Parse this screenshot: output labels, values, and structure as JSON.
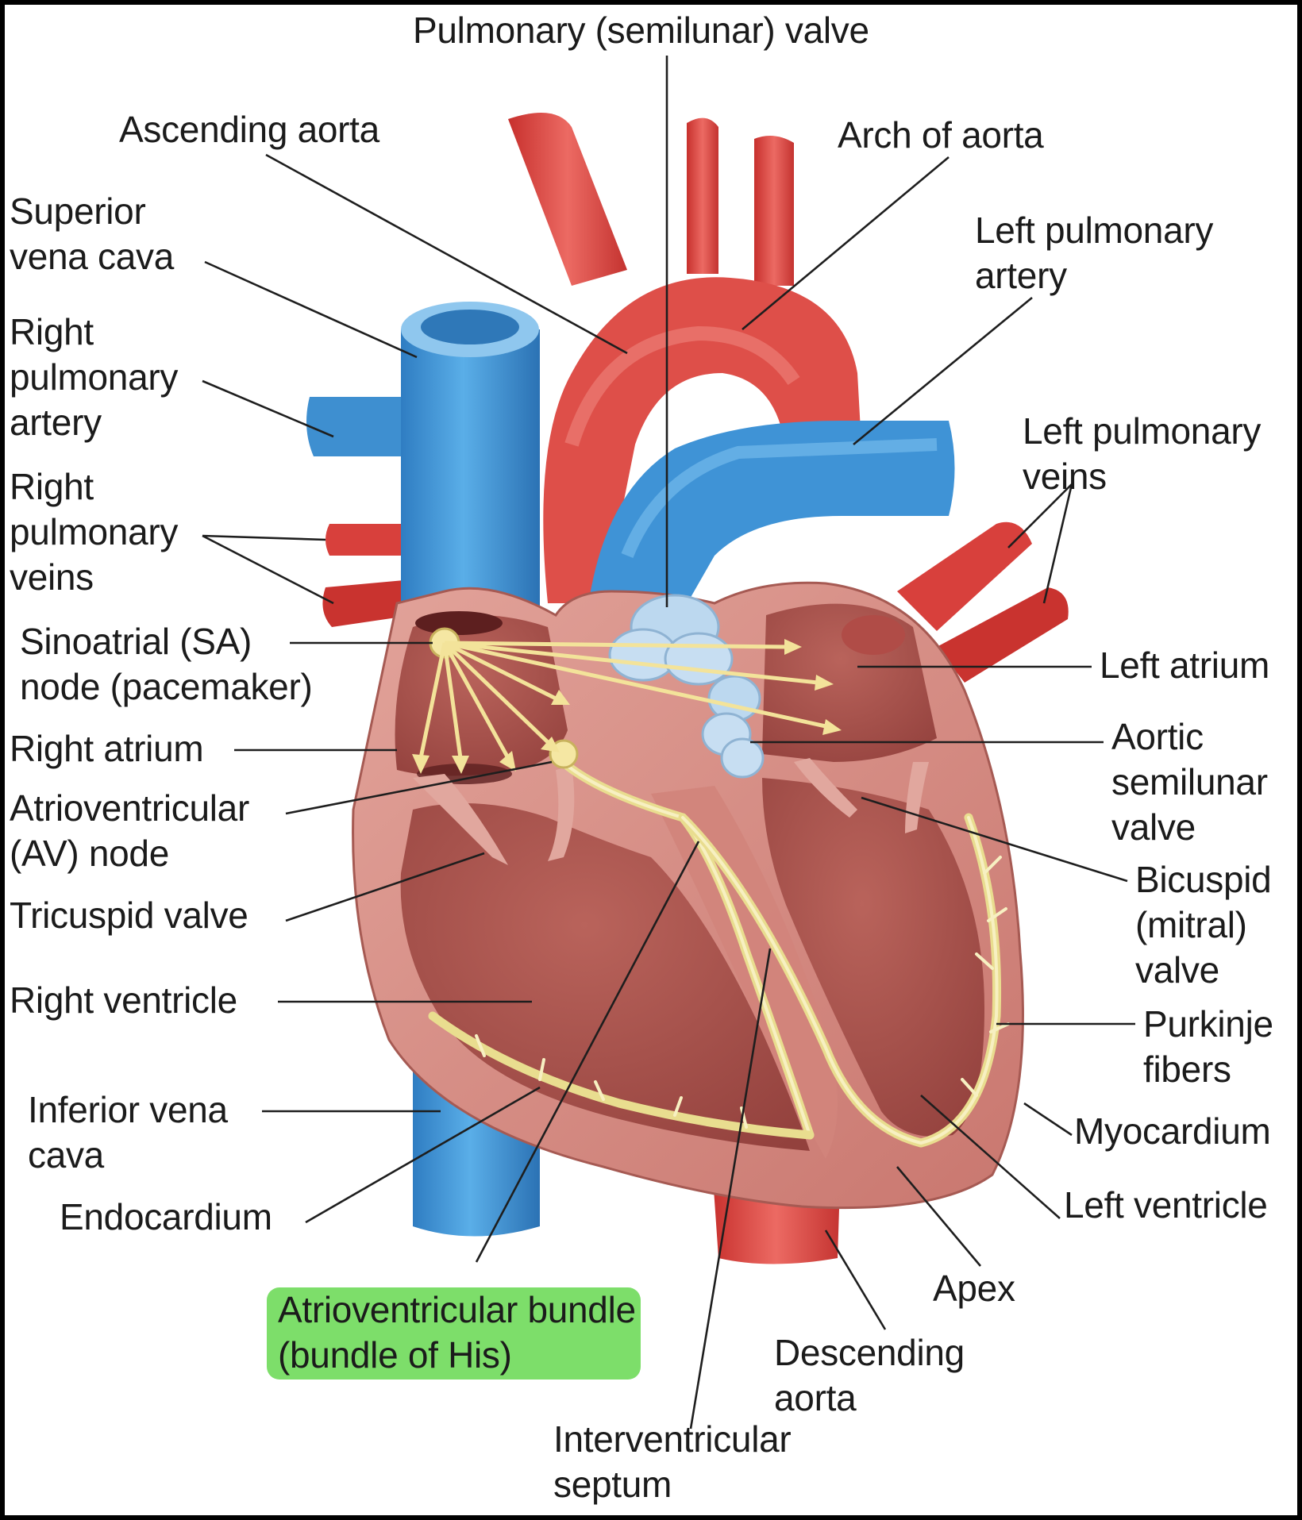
{
  "labels": {
    "pulmonary_valve": "Pulmonary (semilunar) valve",
    "ascending_aorta": "Ascending aorta",
    "arch_of_aorta": "Arch of aorta",
    "superior_vena_cava": "Superior\nvena cava",
    "left_pulmonary_artery": "Left pulmonary\nartery",
    "right_pulmonary_artery": "Right\npulmonary\nartery",
    "left_pulmonary_veins": "Left pulmonary\nveins",
    "right_pulmonary_veins": "Right\npulmonary\nveins",
    "sa_node": "Sinoatrial (SA)\nnode (pacemaker)",
    "left_atrium": "Left atrium",
    "right_atrium": "Right atrium",
    "aortic_valve": "Aortic\nsemilunar\nvalve",
    "av_node": "Atrioventricular\n(AV) node",
    "bicuspid_valve": "Bicuspid\n(mitral)\nvalve",
    "tricuspid_valve": "Tricuspid valve",
    "right_ventricle": "Right ventricle",
    "purkinje_fibers": "Purkinje\nfibers",
    "inferior_vena_cava": "Inferior vena\ncava",
    "myocardium": "Myocardium",
    "endocardium": "Endocardium",
    "left_ventricle": "Left ventricle",
    "apex": "Apex",
    "av_bundle": "Atrioventricular bundle\n(bundle of His)",
    "descending_aorta": "Descending\naorta",
    "interventricular_septum": "Interventricular\nseptum"
  },
  "highlight": {
    "target": "av_bundle",
    "color": "#7dde6a"
  },
  "colors": {
    "artery": "#d9423f",
    "vein": "#3f93d6",
    "heart_wall": "#d58c84",
    "chamber": "#a9524c",
    "valve": "#bcd8ef",
    "conduction": "#e9dd8f"
  }
}
